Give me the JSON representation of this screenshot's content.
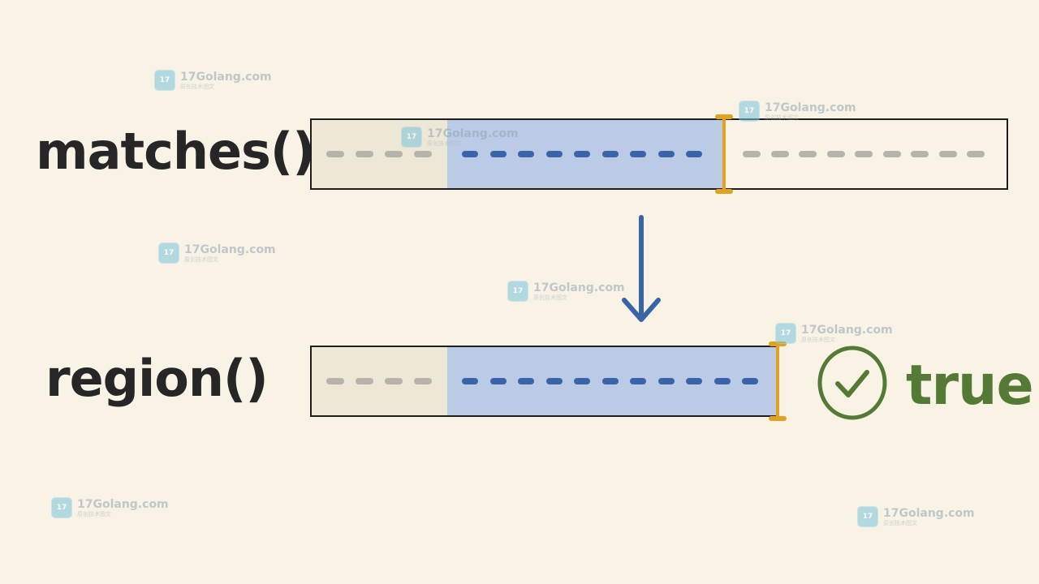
{
  "labels": {
    "top": "matches()",
    "bottom": "region()",
    "result": "true"
  },
  "icons": {
    "arrow": "down-arrow-icon",
    "check": "check-circle-icon",
    "watermark_logo": "site-logo-icon"
  },
  "colors": {
    "selection": "#bccbe5",
    "selection_dash": "#3a64a8",
    "unselected_dash": "#b5b3ac",
    "boundary_marker": "#e0a21f",
    "arrow": "#3a64a8",
    "result": "#547a36",
    "background": "#f8f3e5"
  },
  "watermark": {
    "site": "17Golang.com",
    "sub": "原创技术图文"
  }
}
